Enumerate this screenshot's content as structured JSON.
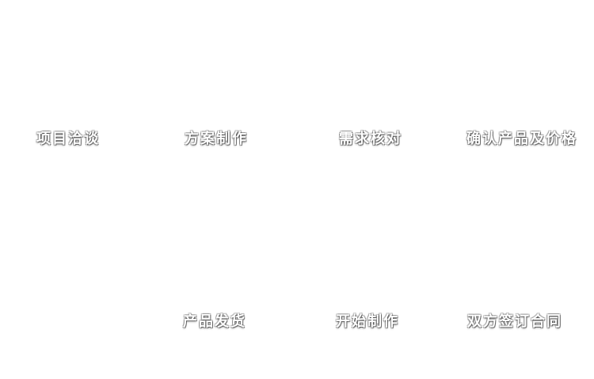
{
  "diagram": {
    "steps": [
      {
        "label": "项目洽谈"
      },
      {
        "label": "方案制作"
      },
      {
        "label": "需求核对"
      },
      {
        "label": "确认产品及价格"
      },
      {
        "label": "双方签订合同"
      },
      {
        "label": "开始制作"
      },
      {
        "label": "产品发货"
      }
    ]
  }
}
